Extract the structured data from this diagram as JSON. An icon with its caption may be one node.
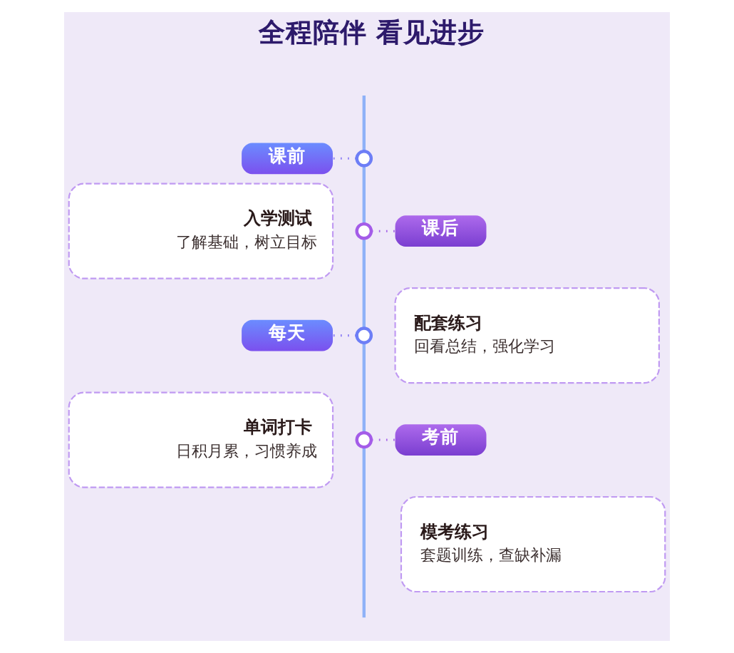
{
  "diagram": {
    "title": "全程陪伴 看见进步",
    "nodes": [
      {
        "text": [
          "课前"
        ]
      },
      {
        "text": [],
        "shape": "circle"
      },
      {
        "text": [
          "入学测试",
          "了解基础，树立目标"
        ]
      },
      {
        "text": [],
        "shape": "circle"
      },
      {
        "text": [
          "课后"
        ]
      },
      {
        "text": [
          "配套练习",
          "回看总结，强化学习"
        ]
      },
      {
        "text": [
          "每天"
        ]
      },
      {
        "text": [],
        "shape": "circle"
      },
      {
        "text": [
          "单词打卡",
          "日积月累，习惯养成"
        ]
      },
      {
        "text": [],
        "shape": "circle"
      },
      {
        "text": [
          "考前"
        ]
      },
      {
        "text": [
          "模考练习",
          "套题训练，查缺补漏"
        ]
      }
    ],
    "edges": [
      {
        "from": null,
        "to": 1,
        "arrow": "none"
      },
      {
        "from": 0,
        "to": 1,
        "arrow": "none",
        "style": "dashed",
        "color": "#8a7cf4"
      },
      {
        "from": 1,
        "to": 3,
        "arrow": "none"
      },
      {
        "from": 3,
        "to": 4,
        "arrow": "none",
        "style": "dashed",
        "color": "#a461e8"
      },
      {
        "from": 3,
        "to": 7,
        "arrow": "none"
      },
      {
        "from": 6,
        "to": 7,
        "arrow": "none",
        "style": "dashed",
        "color": "#8a7cf4"
      },
      {
        "from": 7,
        "to": 9,
        "arrow": "none"
      },
      {
        "from": 9,
        "to": 10,
        "arrow": "none",
        "style": "dashed",
        "color": "#a461e8"
      },
      {
        "from": 9,
        "to": null,
        "arrow": "none"
      }
    ]
  }
}
